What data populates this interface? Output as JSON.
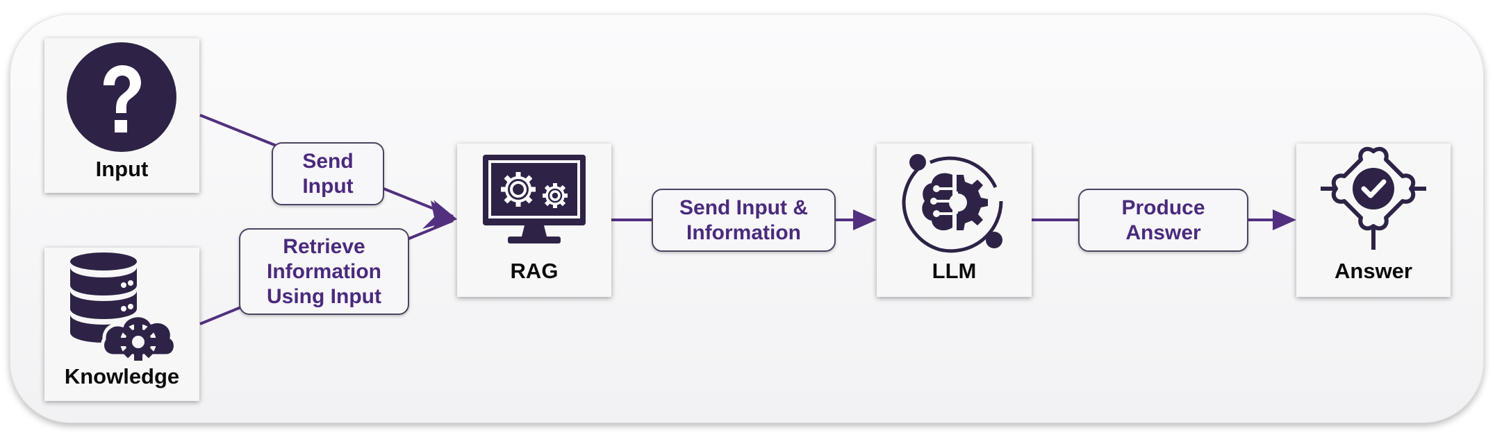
{
  "colors": {
    "icon": "#2e2346",
    "connector": "#52307f",
    "pill_text": "#4a2a7c",
    "node_label": "#0b0b0b"
  },
  "nodes": {
    "input": {
      "label": "Input",
      "icon": "question-circle-icon"
    },
    "knowledge": {
      "label": "Knowledge",
      "icon": "database-cloud-gear-icon"
    },
    "rag": {
      "label": "RAG",
      "icon": "monitor-gears-icon"
    },
    "llm": {
      "label": "LLM",
      "icon": "brain-gear-icon"
    },
    "answer": {
      "label": "Answer",
      "icon": "puzzle-check-icon"
    }
  },
  "edges": {
    "send_input": {
      "line1": "Send",
      "line2": "Input"
    },
    "retrieve": {
      "line1": "Retrieve",
      "line2": "Information",
      "line3": "Using Input"
    },
    "send_info": {
      "line1": "Send Input &",
      "line2": "Information"
    },
    "produce": {
      "line1": "Produce",
      "line2": "Answer"
    }
  }
}
